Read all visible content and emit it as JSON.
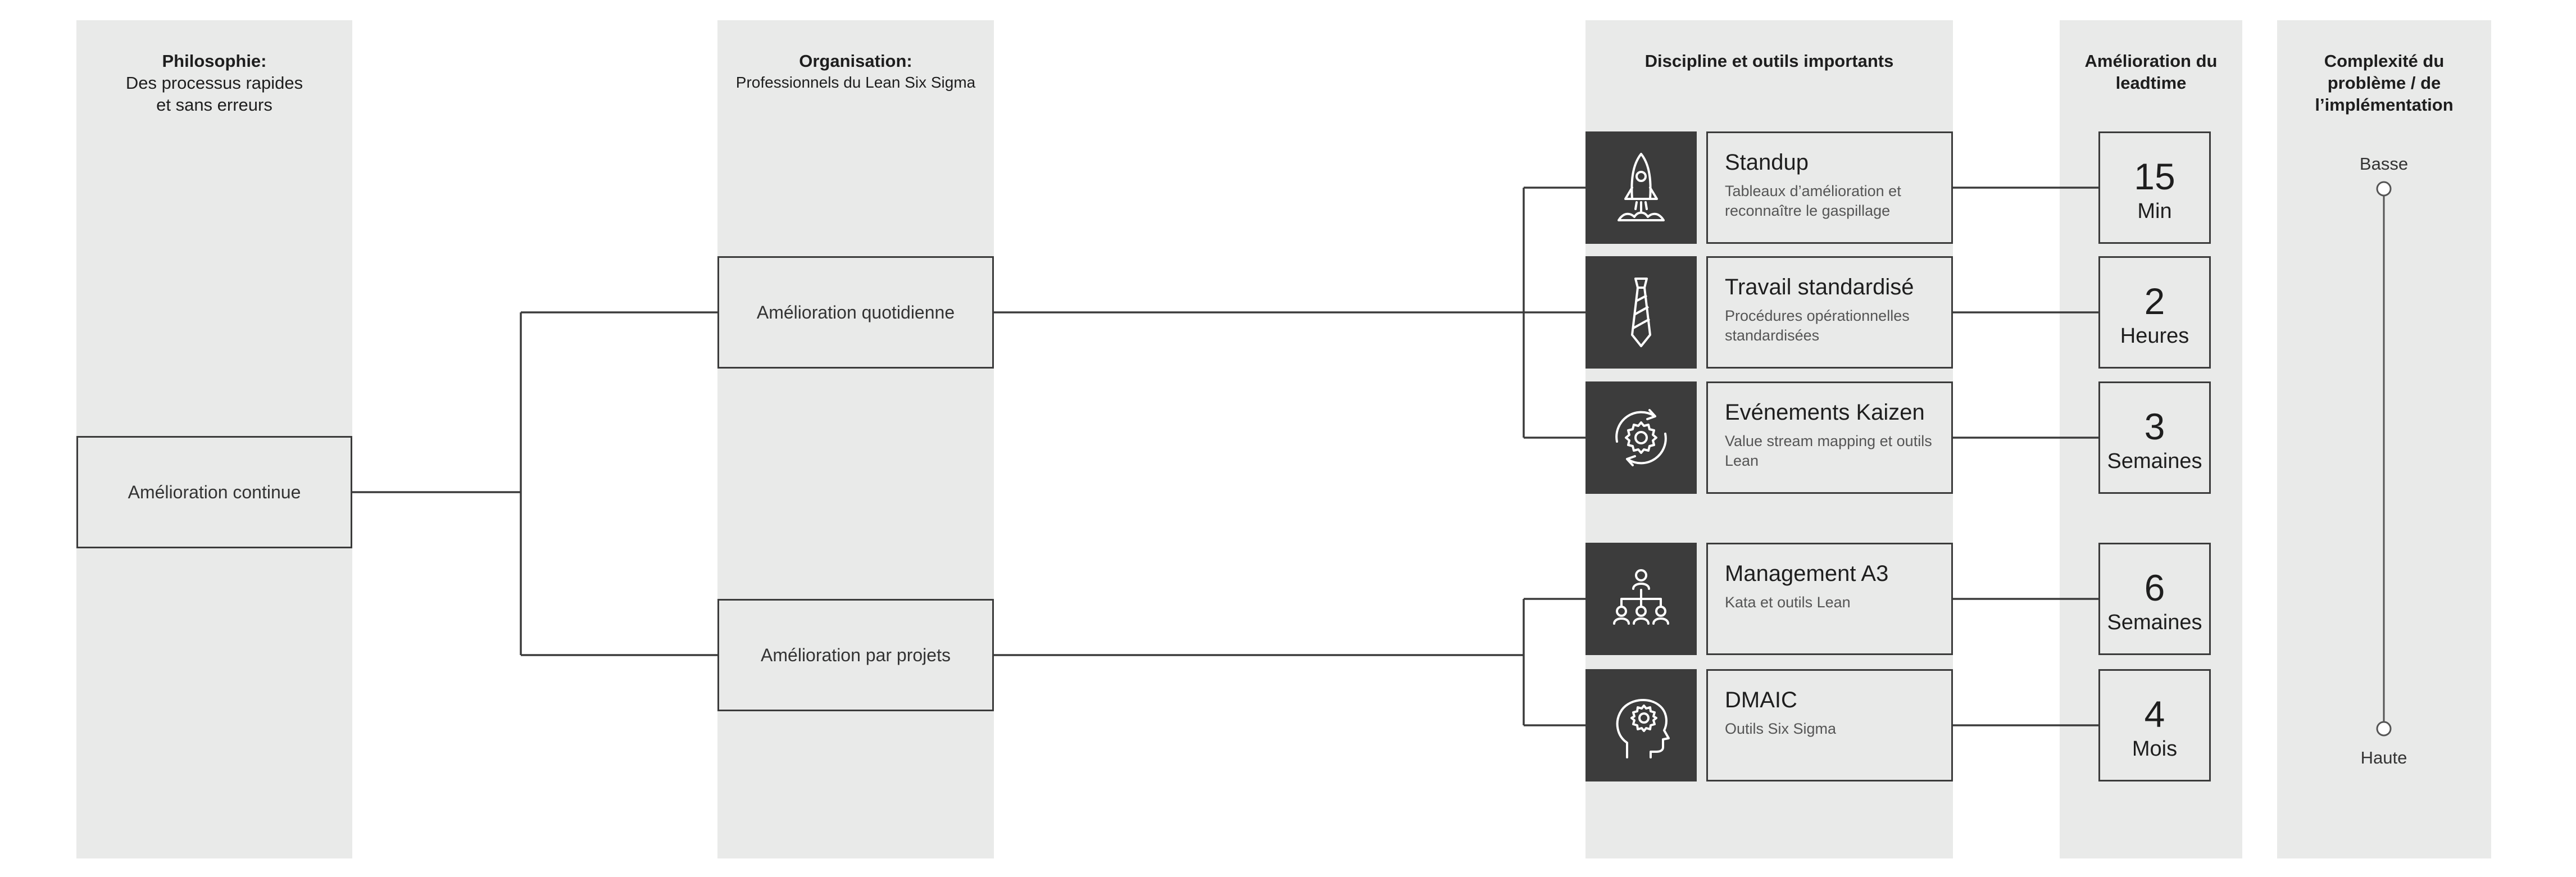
{
  "columns": {
    "philosophy": {
      "title": "Philosophie:",
      "subtitle_line1": "Des processus rapides",
      "subtitle_line2": "et sans erreurs"
    },
    "organisation": {
      "title": "Organisation:",
      "subtitle": "Professionnels du Lean Six Sigma"
    },
    "discipline": {
      "title": "Discipline et outils importants"
    },
    "leadtime": {
      "title_line1": "Amélioration du",
      "title_line2": "leadtime"
    },
    "complexity": {
      "title_line1": "Complexité du",
      "title_line2": "problème / de",
      "title_line3": "l’implémentation"
    }
  },
  "root": {
    "label": "Amélioration continue"
  },
  "branches": [
    {
      "label": "Amélioration quotidienne"
    },
    {
      "label": "Amélioration par projets"
    }
  ],
  "tools": [
    {
      "icon": "rocket-icon",
      "title": "Standup",
      "sub": "Tableaux d’amélioration et reconnaître le gaspillage",
      "num": "15",
      "unit": "Min"
    },
    {
      "icon": "necktie-icon",
      "title": "Travail standardisé",
      "sub": "Procédures opérationnelles standardisées",
      "num": "2",
      "unit": "Heures"
    },
    {
      "icon": "gear-cycle-icon",
      "title": "Evénements Kaizen",
      "sub": "Value stream mapping et outils Lean",
      "num": "3",
      "unit": "Semaines"
    },
    {
      "icon": "hierarchy-icon",
      "title": "Management A3",
      "sub": "Kata et outils Lean",
      "num": "6",
      "unit": "Semaines"
    },
    {
      "icon": "head-gear-icon",
      "title": "DMAIC",
      "sub": "Outils Six Sigma",
      "num": "4",
      "unit": "Mois"
    }
  ],
  "scale": {
    "low": "Basse",
    "high": "Haute"
  },
  "colors": {
    "panel": "#e9eae9",
    "line": "#3b3b3b",
    "tile": "#3c3c3c"
  }
}
